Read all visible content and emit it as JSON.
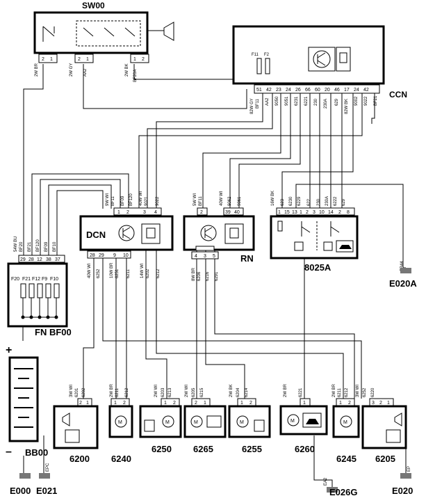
{
  "components": {
    "sw00": "SW00",
    "ccn": "CCN",
    "dcn": "DCN",
    "rn": "RN",
    "relay_8025a": "8025A",
    "fuse_box": "FN BF00",
    "battery": "BB00",
    "c6200": "6200",
    "c6240": "6240",
    "c6250": "6250",
    "c6265": "6265",
    "c6255": "6255",
    "c6260": "6260",
    "c6245": "6245",
    "c6205": "6205"
  },
  "grounds": {
    "e000": "E000",
    "e021": "E021",
    "e026g": "E026G",
    "e020": "E020",
    "e020a": "E020A"
  },
  "ground_codes": {
    "epc": "EPC",
    "ea2": "EA2",
    "ep": "EP",
    "eb44": "EB44"
  },
  "battery_signs": {
    "plus": "+",
    "minus": "–"
  },
  "ccn_fuses": {
    "f11": "F11",
    "f2": "F2"
  },
  "fuse_labels": [
    "F20",
    "F21",
    "F12",
    "F9",
    "F10"
  ],
  "pins": {
    "sw00": [
      "2",
      "1",
      "2",
      "1",
      "1",
      "2"
    ],
    "ccn": [
      "51",
      "42",
      "23",
      "24",
      "26",
      "66",
      "60",
      "20",
      "46",
      "17",
      "24",
      "42"
    ],
    "dcn_top": [
      "1",
      "2",
      "3",
      "4"
    ],
    "dcn_bottom": [
      "28",
      "29",
      "9",
      "10"
    ],
    "rn_top": [
      "2",
      "39",
      "40"
    ],
    "rn_bottom": [
      "4",
      "3",
      "5"
    ],
    "relay_8025a": [
      "1",
      "15",
      "13",
      "1",
      "2",
      "3",
      "10",
      "14",
      "2",
      "8"
    ],
    "fuse_box": [
      "29",
      "28",
      "12",
      "38",
      "37"
    ],
    "c6200": [
      "2",
      "1"
    ],
    "c6240": [
      "1",
      "2"
    ],
    "c6250": [
      "1",
      "2"
    ],
    "c6265": [
      "2",
      "1"
    ],
    "c6255": [
      "1",
      "2"
    ],
    "c6260": [
      "1"
    ],
    "c6245": [
      "1",
      "2"
    ],
    "c6205": [
      "3",
      "2",
      "1"
    ]
  },
  "wire_labels": {
    "sw00": [
      "2W BR",
      "2W GY",
      "AA2",
      "2W BK",
      "BF20A"
    ],
    "ccn": [
      "82W GY",
      "BF11",
      "AA2",
      "9050",
      "9051",
      "6231",
      "6221",
      "230",
      "230A",
      "629",
      "82W BK",
      "9002",
      "9022",
      "BF21"
    ],
    "dcn_top": [
      "9W WI",
      "BF11",
      "BF09",
      "BF120",
      "40W WI",
      "9021",
      "9022"
    ],
    "fuse_box": [
      "54W BU",
      "BF20",
      "BF21",
      "BF120",
      "BF09",
      "BF10"
    ],
    "dcn_bottom": [
      "40W WI",
      "6252",
      "6251",
      "10W BR",
      "6211",
      "14W WI",
      "6202",
      "6212"
    ],
    "rn_top": [
      "5W WI",
      "BF11",
      "40W WI",
      "9062",
      "9061"
    ],
    "rn_bottom": [
      "8W BR",
      "6206",
      "6216",
      "6291"
    ],
    "relay_top": [
      "16W BK",
      "623",
      "6230",
      "6229",
      "622",
      "230",
      "230A",
      "6222",
      "629"
    ],
    "relay_ground": "EB44",
    "c6200": [
      "3W WI",
      "6201",
      "6202"
    ],
    "c6240": [
      "2W BR",
      "6211",
      "6212"
    ],
    "c6250": [
      "2W WI",
      "6203",
      "6213"
    ],
    "c6265": [
      "2W WI",
      "6205",
      "6215"
    ],
    "c6255": [
      "2W BK",
      "6204",
      "6214"
    ],
    "c6260": [
      "2W BR",
      "6221"
    ],
    "c6245": [
      "2W BR",
      "6211",
      "6212"
    ],
    "c6205": [
      "3W WI",
      "6252",
      "6220"
    ]
  },
  "icons": {
    "sw00": "multi-contact-switch-icon",
    "horn": "horn-icon",
    "relay": "relay-coil-icon",
    "transistor": "transistor-icon",
    "motor": "motor-icon",
    "door": "door-icon",
    "car": "car-icon"
  },
  "colors": {
    "line": "#000000",
    "background": "#ffffff"
  }
}
